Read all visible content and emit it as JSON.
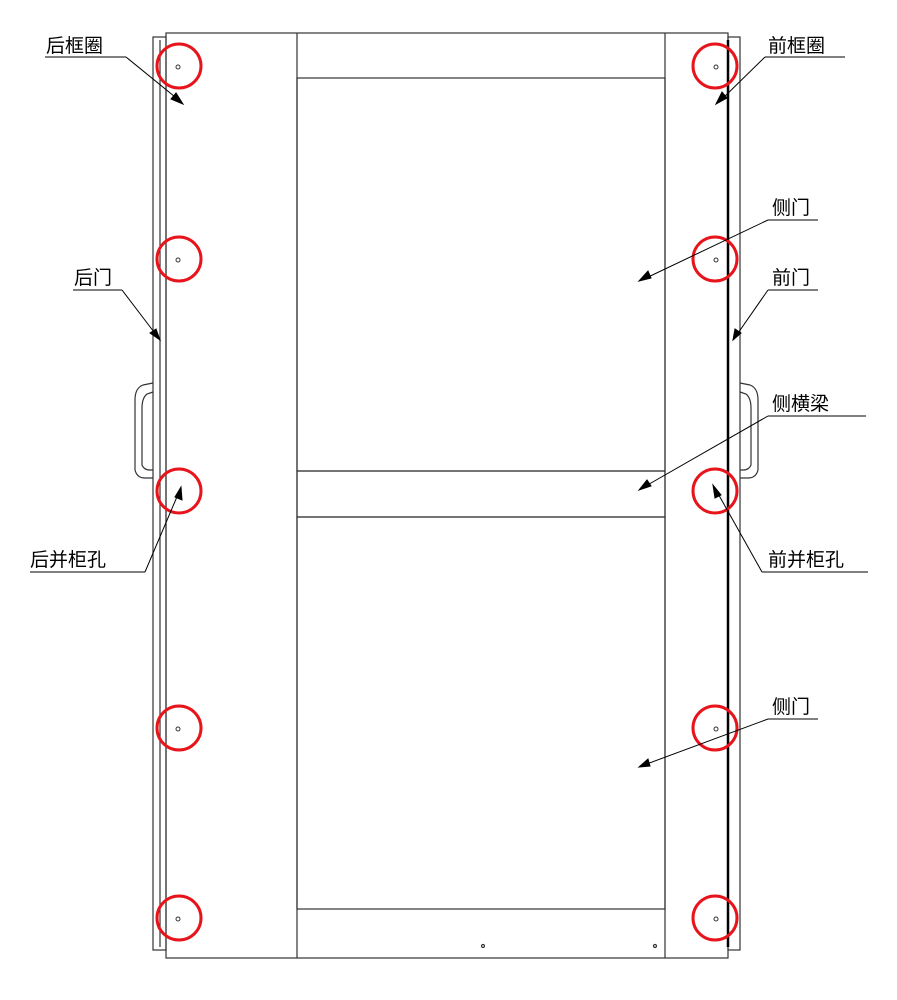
{
  "labels": {
    "rear_frame_ring": "后框圈",
    "front_frame_ring": "前框圈",
    "side_door_upper": "侧门",
    "rear_door": "后门",
    "front_door": "前门",
    "side_crossbeam": "侧横梁",
    "rear_joining_hole": "后并柜孔",
    "front_joining_hole": "前并柜孔",
    "side_door_lower": "侧门"
  },
  "colors": {
    "line": "#333333",
    "highlight_circle": "#e8141b",
    "text": "#000000"
  }
}
